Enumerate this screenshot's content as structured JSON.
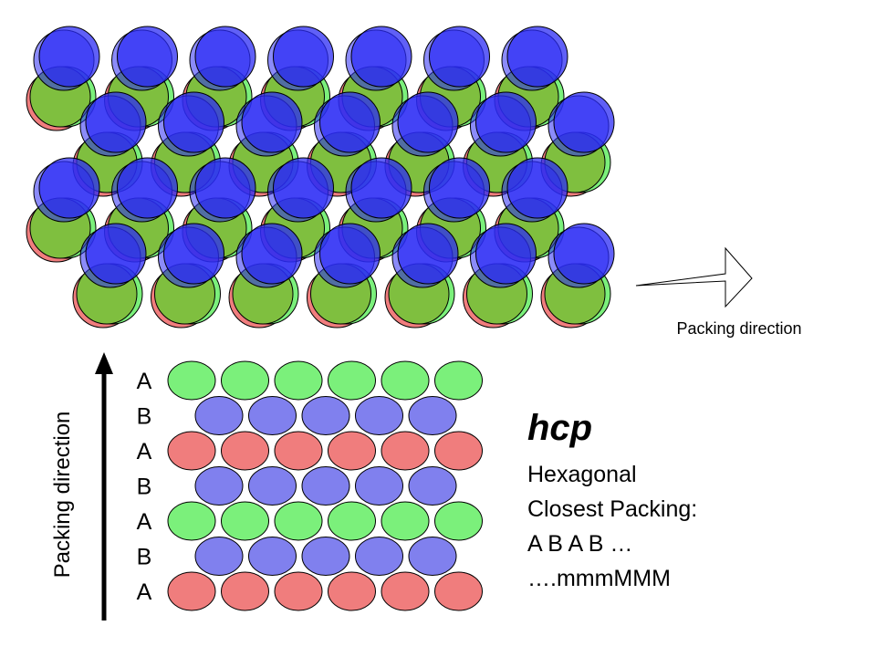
{
  "colors": {
    "red": "#f07d7d",
    "green": "#7bf07b",
    "green_overlap": "#7fbf3f",
    "blue": "#2b2bf4",
    "blue_light": "#8080ee",
    "outline": "#000000"
  },
  "top_figure": {
    "arrow_label": "Packing direction"
  },
  "side": {
    "arrow_label": "Packing direction",
    "layers": [
      "A",
      "B",
      "A",
      "B",
      "A",
      "B",
      "A"
    ]
  },
  "bottom_figure": {
    "layers": [
      {
        "name": "A",
        "color": "green"
      },
      {
        "name": "B",
        "color": "blue_light"
      },
      {
        "name": "A",
        "color": "red"
      },
      {
        "name": "B",
        "color": "blue_light"
      },
      {
        "name": "A",
        "color": "green"
      },
      {
        "name": "B",
        "color": "blue_light"
      },
      {
        "name": "A",
        "color": "red"
      }
    ]
  },
  "caption": {
    "title": "hcp",
    "line1": "Hexagonal",
    "line2": "Closest Packing:",
    "line3": "A B A B …",
    "line4": "….mmmMMM"
  }
}
